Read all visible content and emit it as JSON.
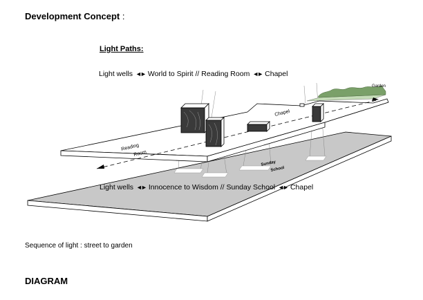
{
  "header": {
    "title": "Development Concept",
    "title_suffix": " :",
    "subheading": "Light Paths:"
  },
  "upper_path": {
    "items": [
      "Light wells",
      "World to Spirit // Reading Room",
      "Chapel"
    ]
  },
  "lower_path": {
    "items": [
      "Light wells",
      "Innocence to Wisdom // Sunday School",
      "Chapel"
    ]
  },
  "diagram": {
    "labels": {
      "reading": "Reading",
      "room": "Room",
      "chapel": "Chapel",
      "garden": "Garden",
      "sunday": "Sunday",
      "school": "School"
    },
    "colors": {
      "street_slab": "#c8c8c8",
      "upper_slab": "#ffffff",
      "garden_top": "#7aa069",
      "garden_plan": "#c5dcb8",
      "box_dark": "#3a3a3a"
    }
  },
  "footer": {
    "sequence": "Sequence of light :  street to garden",
    "diagram_label": "DIAGRAM"
  }
}
